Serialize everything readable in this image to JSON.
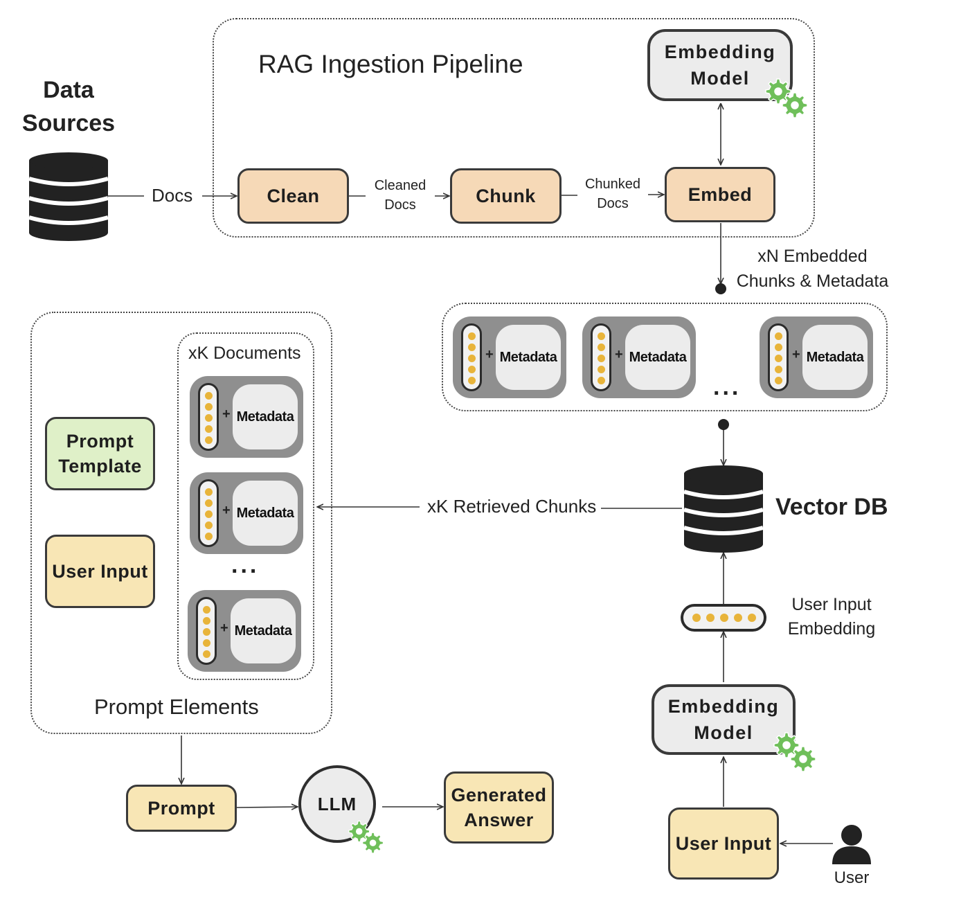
{
  "data_sources": {
    "title": "Data Sources",
    "docs_label": "Docs"
  },
  "ingestion": {
    "title": "RAG Ingestion Pipeline",
    "clean": "Clean",
    "chunk": "Chunk",
    "embed": "Embed",
    "cleaned_docs": "Cleaned Docs",
    "chunked_docs": "Chunked Docs",
    "embedding_model": "Embedding Model"
  },
  "embedded_chunks_label": "xN Embedded Chunks & Metadata",
  "metadata_label": "Metadata",
  "ellipsis": "...",
  "vector_db": {
    "label": "Vector DB"
  },
  "retrieved_label": "xK Retrieved Chunks",
  "prompt_elements": {
    "title": "Prompt Elements",
    "documents_label": "xK Documents",
    "prompt_template": "Prompt Template",
    "user_input": "User Input"
  },
  "query": {
    "user_input_embedding": "User Input Embedding",
    "embedding_model": "Embedding Model",
    "user_input": "User Input",
    "user": "User"
  },
  "generation": {
    "prompt": "Prompt",
    "llm": "LLM",
    "generated_answer": "Generated Answer"
  },
  "colors": {
    "process": "#f6d9b7",
    "input": "#f8e6b5",
    "template": "#dff0c8",
    "model": "#ececec",
    "chunk": "#8f8f8f",
    "dot": "#e8b43a",
    "gear": "#6fbf5a"
  },
  "icons": [
    "database-icon",
    "gear-icon",
    "user-icon"
  ]
}
